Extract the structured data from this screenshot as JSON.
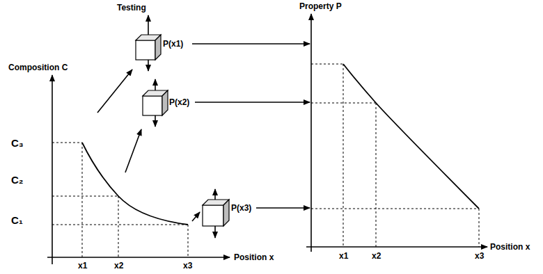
{
  "diagram": {
    "labels": [
      "Testing",
      "Composition C",
      "P(x1)",
      "P(x2)",
      "P(x3)",
      "C₃",
      "C₂",
      "C₁",
      "x1",
      "x2",
      "x3",
      "Position x",
      "Property P",
      "x1",
      "x2",
      "x3",
      "Position x"
    ]
  }
}
